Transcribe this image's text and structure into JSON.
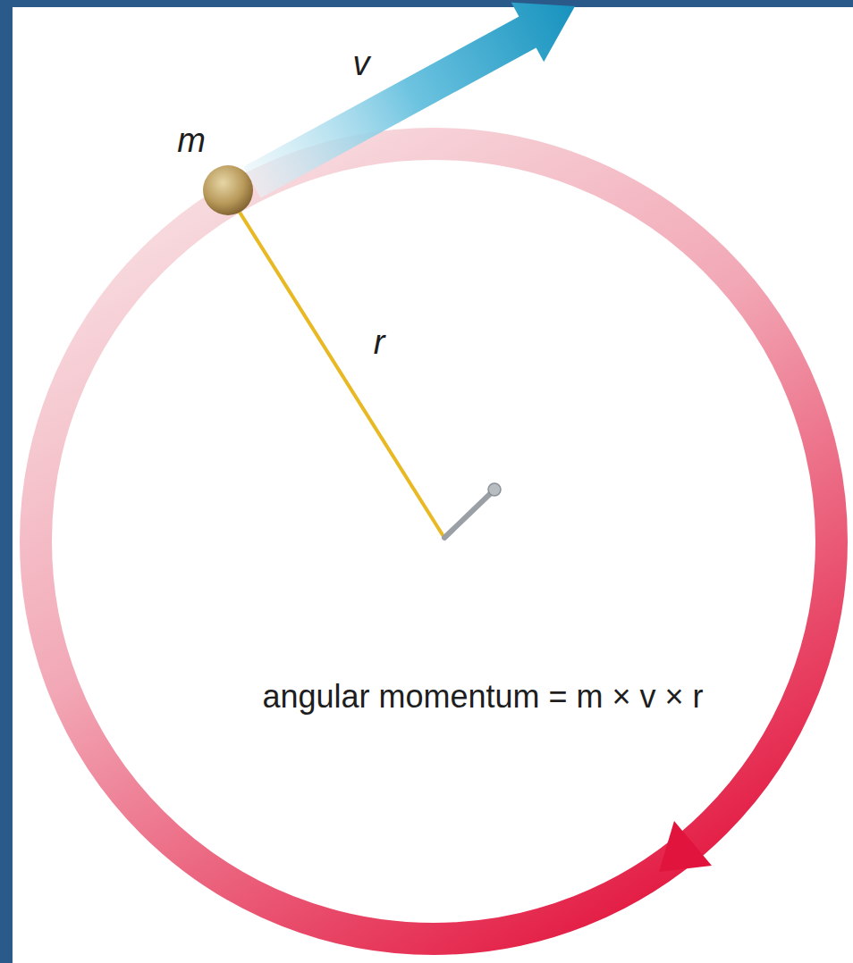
{
  "diagram": {
    "labels": [
      "m",
      "v",
      "r",
      "angular momentum = m × v × r"
    ]
  }
}
